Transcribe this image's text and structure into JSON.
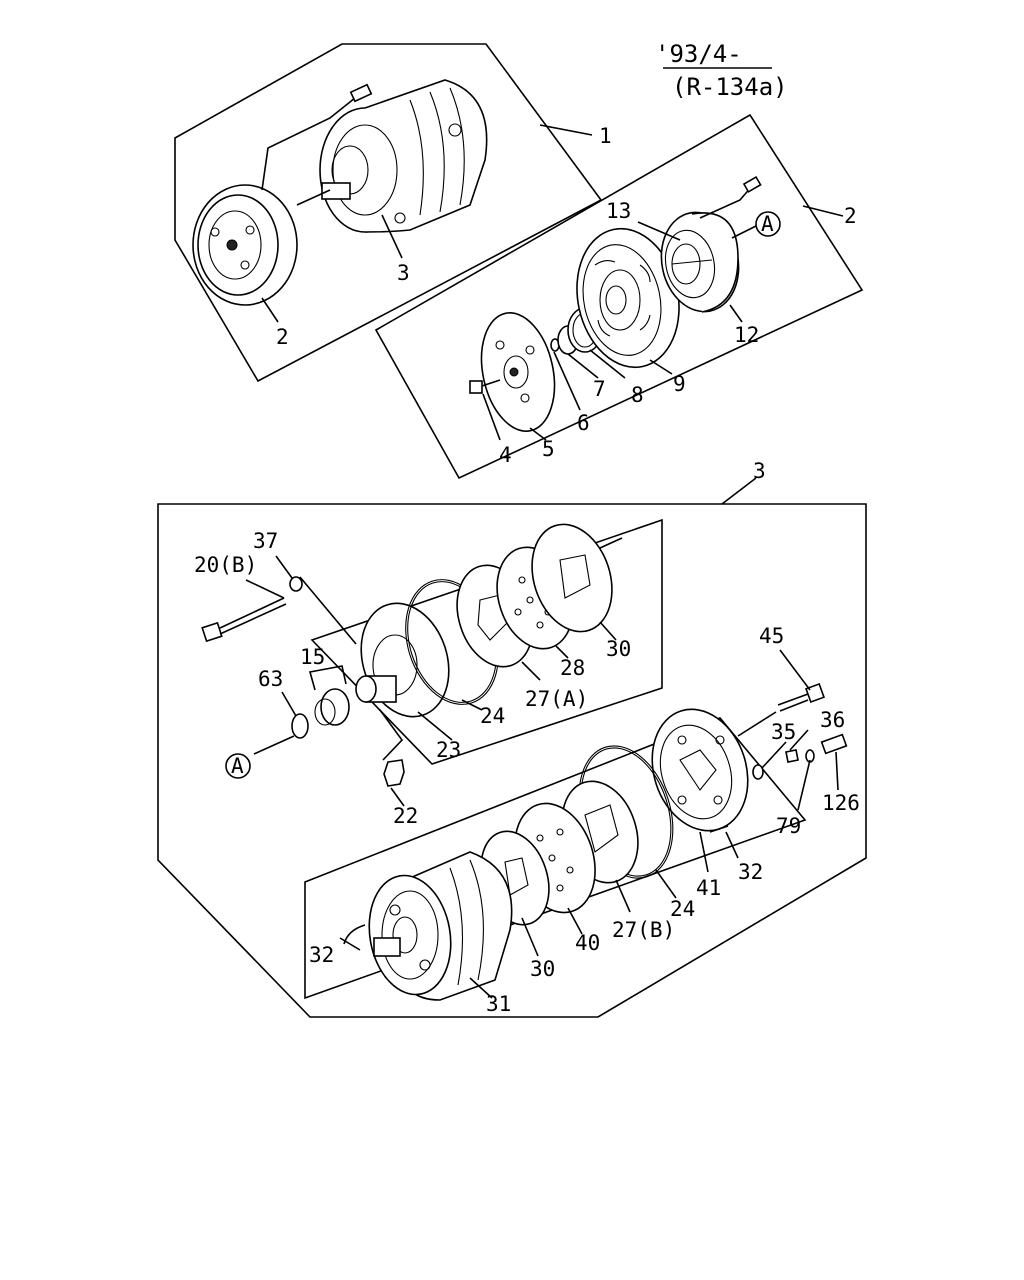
{
  "header": {
    "date_range": "'93/4-",
    "refrigerant": "(R-134a)"
  },
  "labels": {
    "l1": "1",
    "l2a": "2",
    "l2b": "2",
    "l3a": "3",
    "l3b": "3",
    "l4": "4",
    "l5": "5",
    "l6": "6",
    "l7": "7",
    "l8": "8",
    "l9": "9",
    "l12": "12",
    "l13": "13",
    "l15": "15",
    "l20": "20(B)",
    "l37": "37",
    "l63": "63",
    "l22": "22",
    "l23": "23",
    "l24a": "24",
    "l24b": "24",
    "l27a": "27(A)",
    "l27b": "27(B)",
    "l28": "28",
    "l30a": "30",
    "l30b": "30",
    "l31": "31",
    "l32a": "32",
    "l32b": "32",
    "l35": "35",
    "l36": "36",
    "l40": "40",
    "l41": "41",
    "l45": "45",
    "l79": "79",
    "l126": "126"
  },
  "refs": {
    "refA1": "A",
    "refA2": "A"
  }
}
